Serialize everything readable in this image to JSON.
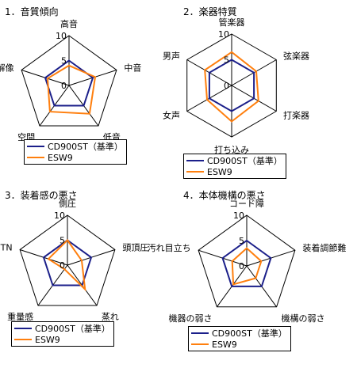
{
  "legend": [
    "CD900ST（基準）",
    "ESW9"
  ],
  "colors": {
    "reference": "#1b1f8a",
    "esw9": "#ff7f0e",
    "grid": "#000000"
  },
  "chart_data": [
    {
      "type": "radar",
      "title": "1．音質傾向",
      "axes": [
        "高音",
        "中音",
        "低音",
        "空間",
        "解像"
      ],
      "rlim": [
        0,
        10
      ],
      "ticks": [
        "10",
        "5",
        "0"
      ],
      "series": [
        {
          "name": "CD900ST（基準）",
          "values": [
            5,
            5,
            5,
            5,
            5
          ]
        },
        {
          "name": "ESW9",
          "values": [
            4,
            5.5,
            7,
            6.5,
            4.5
          ]
        }
      ]
    },
    {
      "type": "radar",
      "title": "2．楽器特質",
      "axes": [
        "管楽器",
        "弦楽器",
        "打楽器",
        "打ち込み",
        "女声",
        "男声"
      ],
      "rlim": [
        0,
        10
      ],
      "ticks": [
        "10",
        "5",
        "0"
      ],
      "series": [
        {
          "name": "CD900ST（基準）",
          "values": [
            5,
            5,
            5,
            5,
            5,
            5
          ]
        },
        {
          "name": "ESW9",
          "values": [
            6.5,
            5.5,
            6,
            7,
            5.5,
            6
          ]
        }
      ]
    },
    {
      "type": "radar",
      "title": "3．装着感の悪さ",
      "axes": [
        "側圧",
        "頭頂圧",
        "蒸れ",
        "重量感",
        "TN"
      ],
      "rlim": [
        0,
        10
      ],
      "ticks": [
        "10",
        "5",
        "0"
      ],
      "series": [
        {
          "name": "CD900ST（基準）",
          "values": [
            5,
            5,
            5,
            5,
            5
          ]
        },
        {
          "name": "ESW9",
          "values": [
            5,
            3,
            6,
            1,
            4
          ]
        }
      ]
    },
    {
      "type": "radar",
      "title": "4．本体機構の悪さ",
      "axes": [
        "コード障",
        "装着調節難",
        "機構の弱さ",
        "機器の弱さ",
        "汚れ目立ち"
      ],
      "rlim": [
        0,
        10
      ],
      "ticks": [
        "10",
        "5",
        "0"
      ],
      "series": [
        {
          "name": "CD900ST（基準）",
          "values": [
            5,
            5,
            5,
            5,
            5
          ]
        },
        {
          "name": "ESW9",
          "values": [
            3.5,
            3,
            3,
            4.5,
            3
          ]
        }
      ]
    }
  ]
}
